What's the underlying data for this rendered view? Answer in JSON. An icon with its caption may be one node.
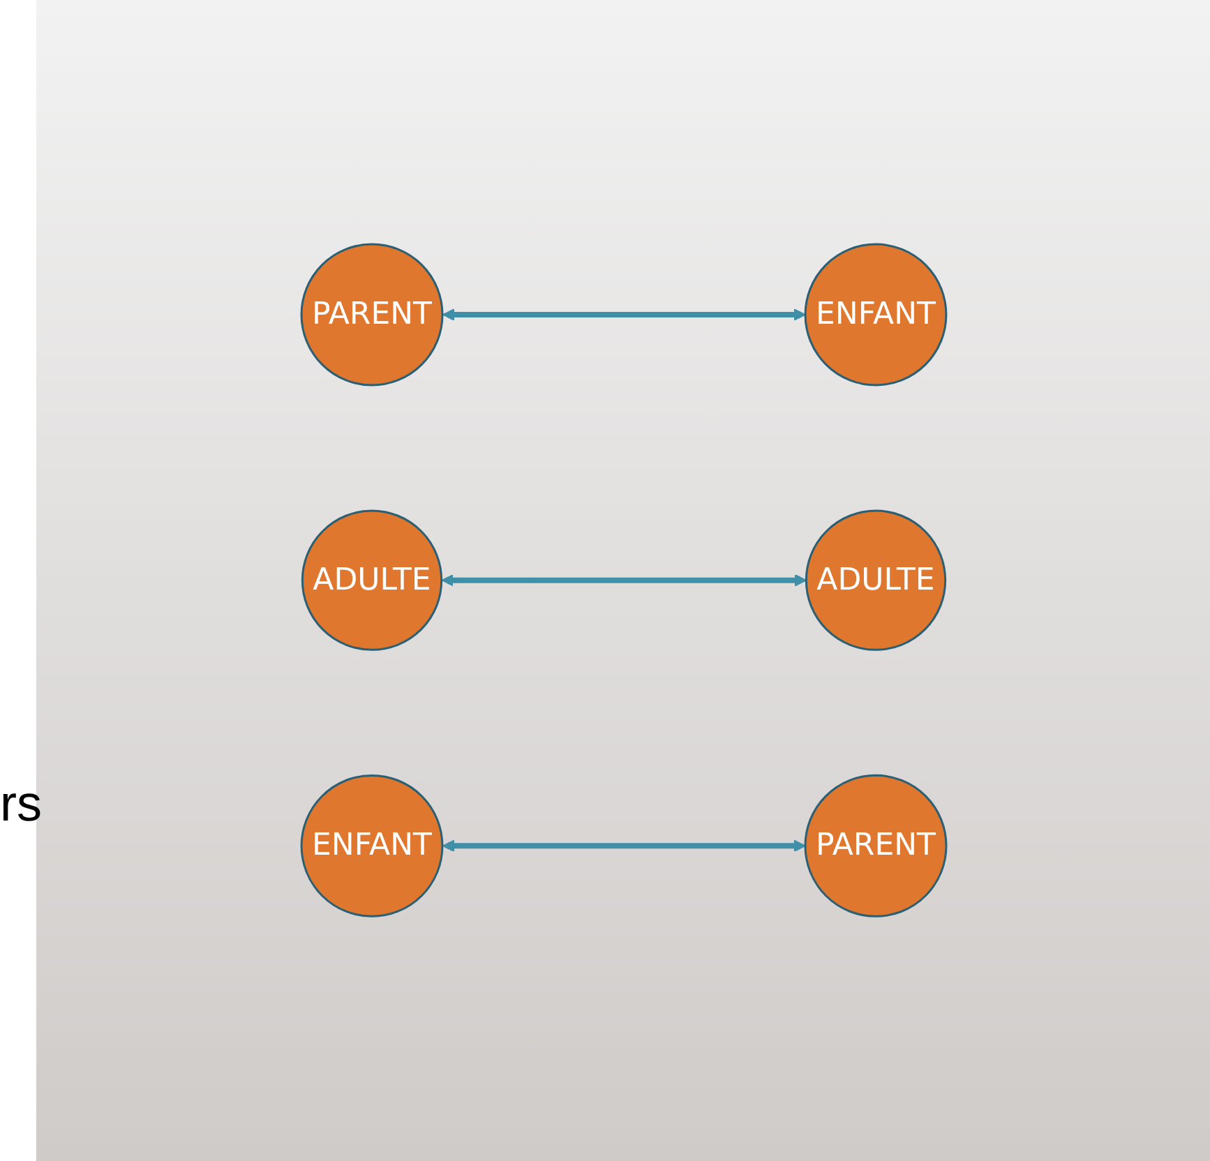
{
  "diagram": {
    "nodes": [
      {
        "text": [
          "PARENT"
        ]
      },
      {
        "text": [
          "PARENT"
        ]
      },
      {
        "text": [
          "ADULTE"
        ]
      },
      {
        "text": [
          "ADULTE"
        ]
      },
      {
        "text": [
          "ENFANT"
        ]
      },
      {
        "text": [
          "ENFANT"
        ]
      }
    ],
    "edges": [
      {
        "from": 0,
        "to": 5,
        "arrow": "both"
      },
      {
        "from": 2,
        "to": 3,
        "arrow": "both"
      },
      {
        "from": 4,
        "to": 1,
        "arrow": "both"
      }
    ],
    "labels": [
      "rs"
    ]
  }
}
